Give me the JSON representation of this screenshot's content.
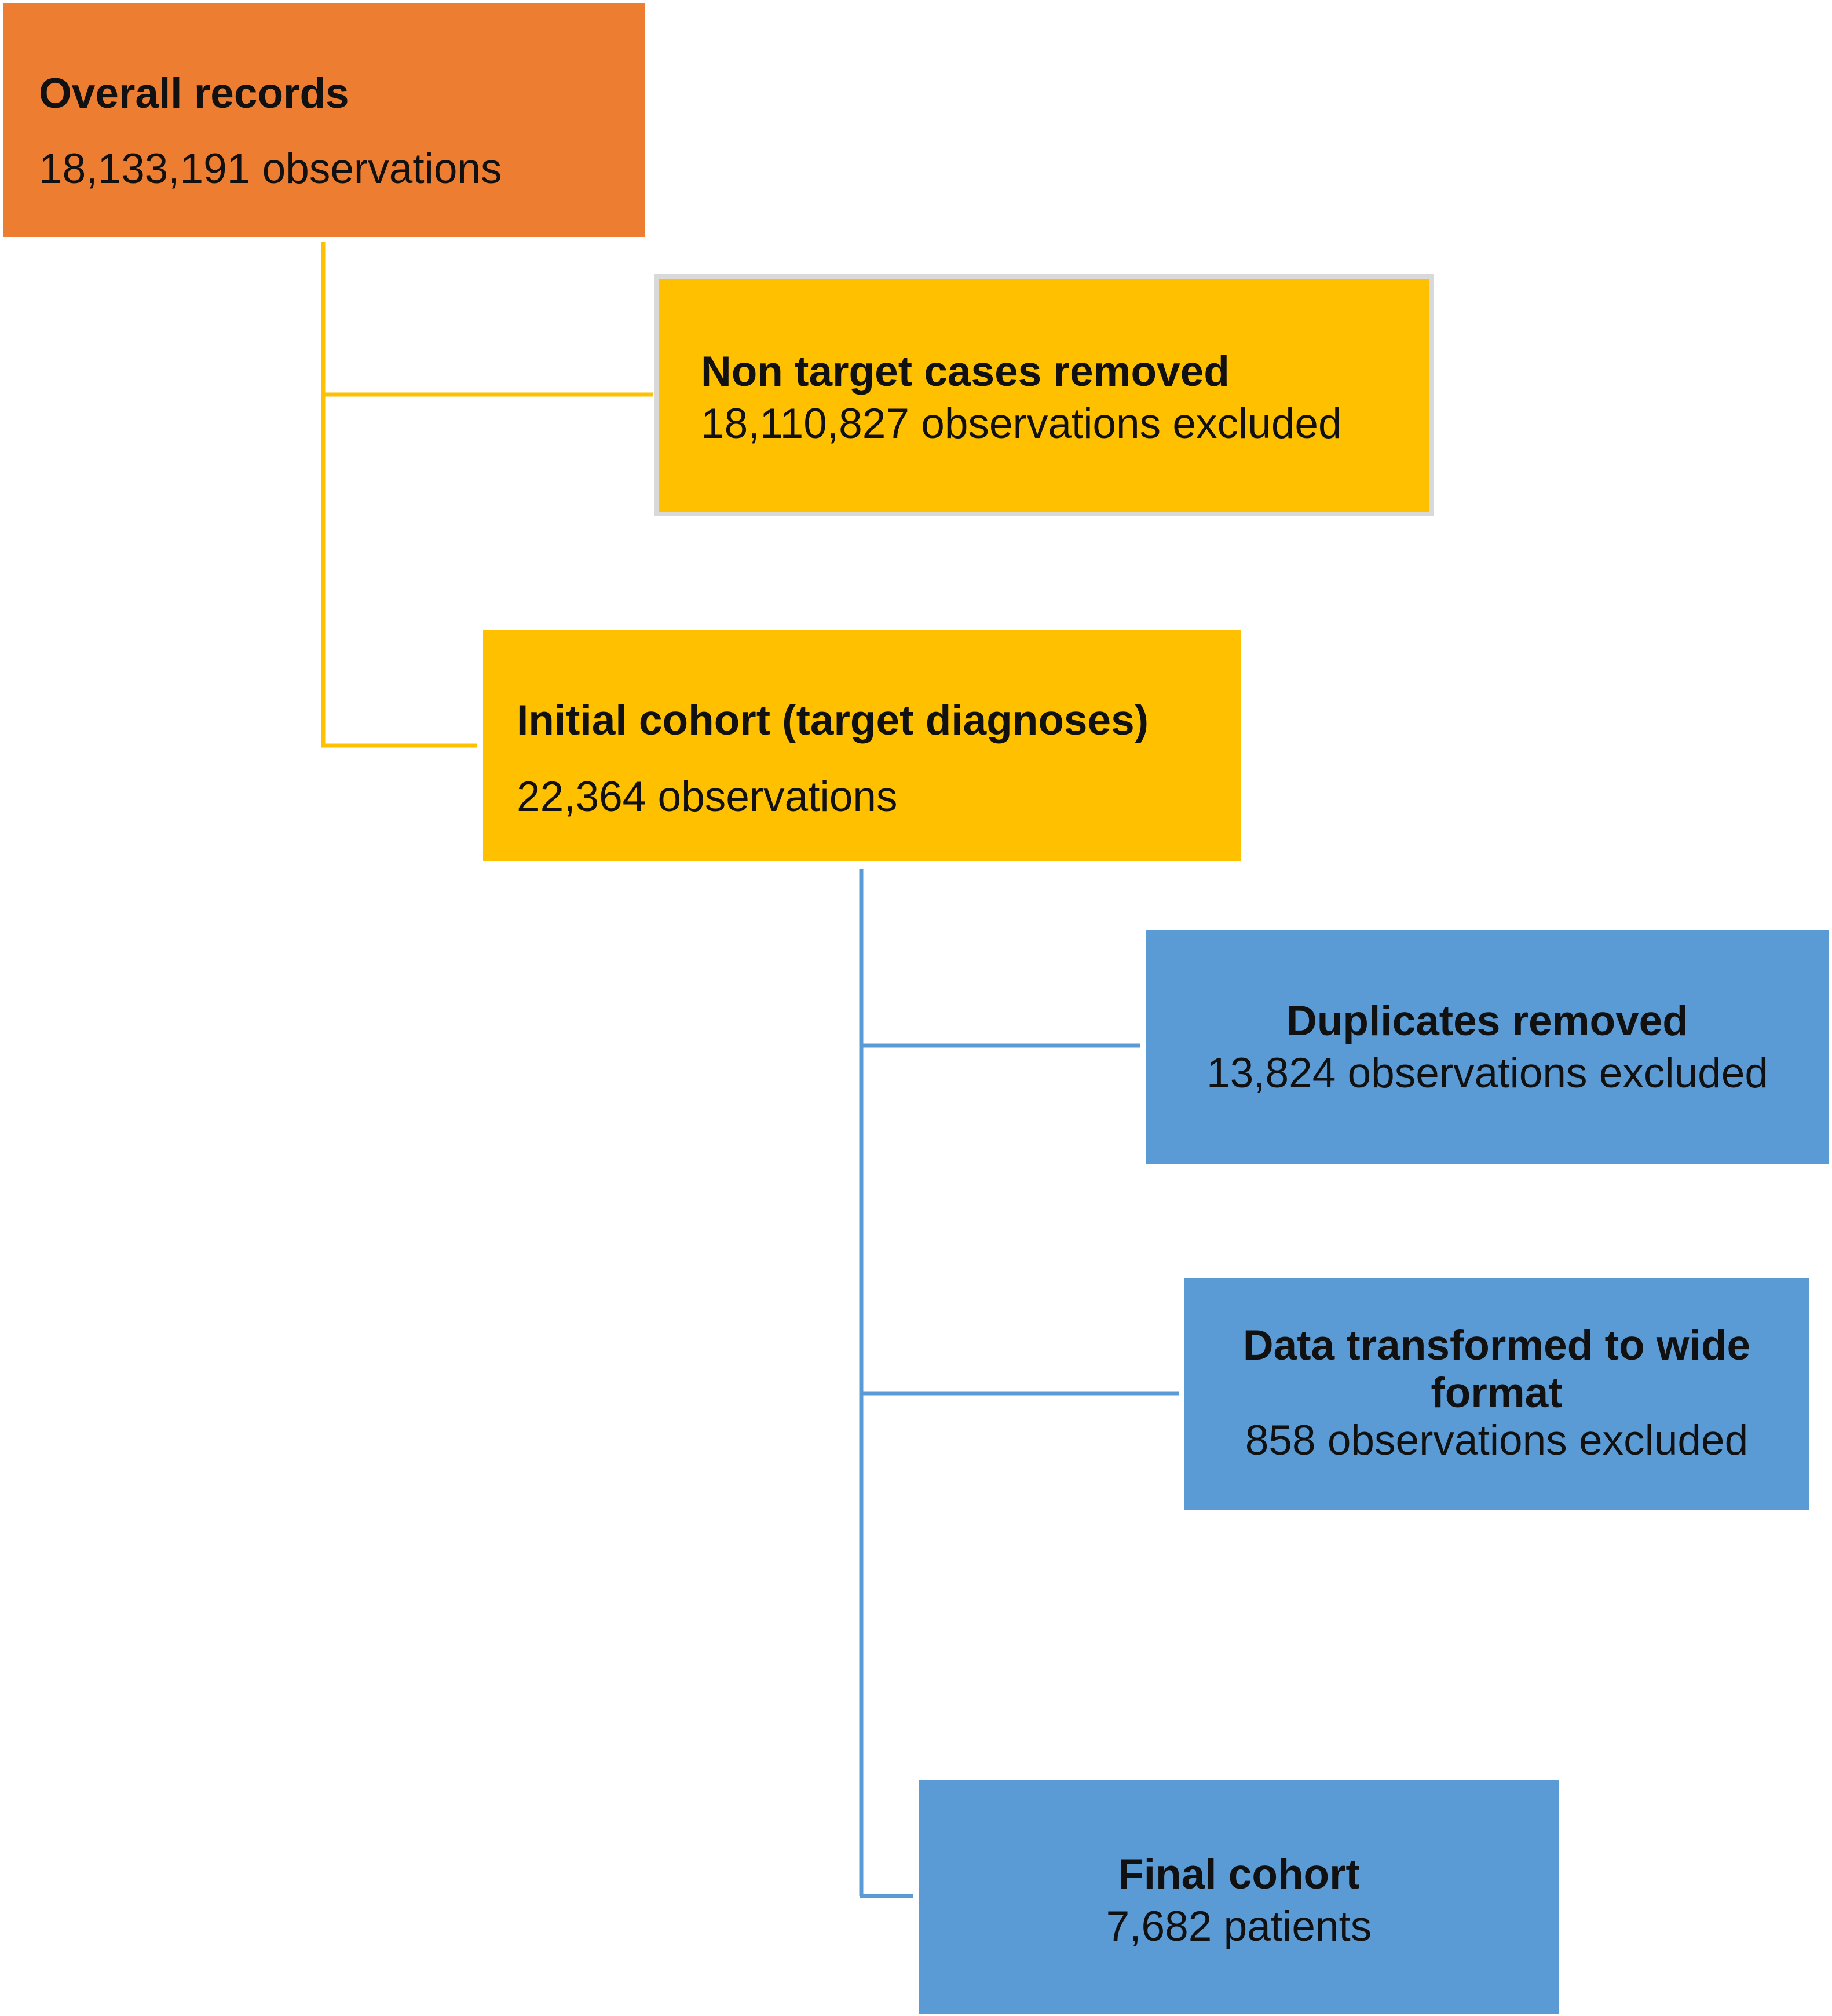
{
  "nodes": {
    "overall": {
      "title": "Overall records",
      "detail": "18,133,191 observations"
    },
    "non_target": {
      "title": "Non target cases removed",
      "detail": "18,110,827 observations excluded"
    },
    "initial": {
      "title": "Initial cohort (target diagnoses)",
      "detail": "22,364 observations"
    },
    "duplicates": {
      "title": "Duplicates removed",
      "detail": "13,824 observations excluded"
    },
    "transformed": {
      "title_line1": "Data transformed to wide",
      "title_line2": "format",
      "detail": "858 observations excluded"
    },
    "final": {
      "title": "Final cohort",
      "detail": "7,682 patients"
    }
  },
  "colors": {
    "orange": "#ED7D31",
    "yellow": "#FFC000",
    "blue": "#5B9BD5",
    "yellow_connector": "#FFC000",
    "blue_connector": "#5B9BD5"
  }
}
